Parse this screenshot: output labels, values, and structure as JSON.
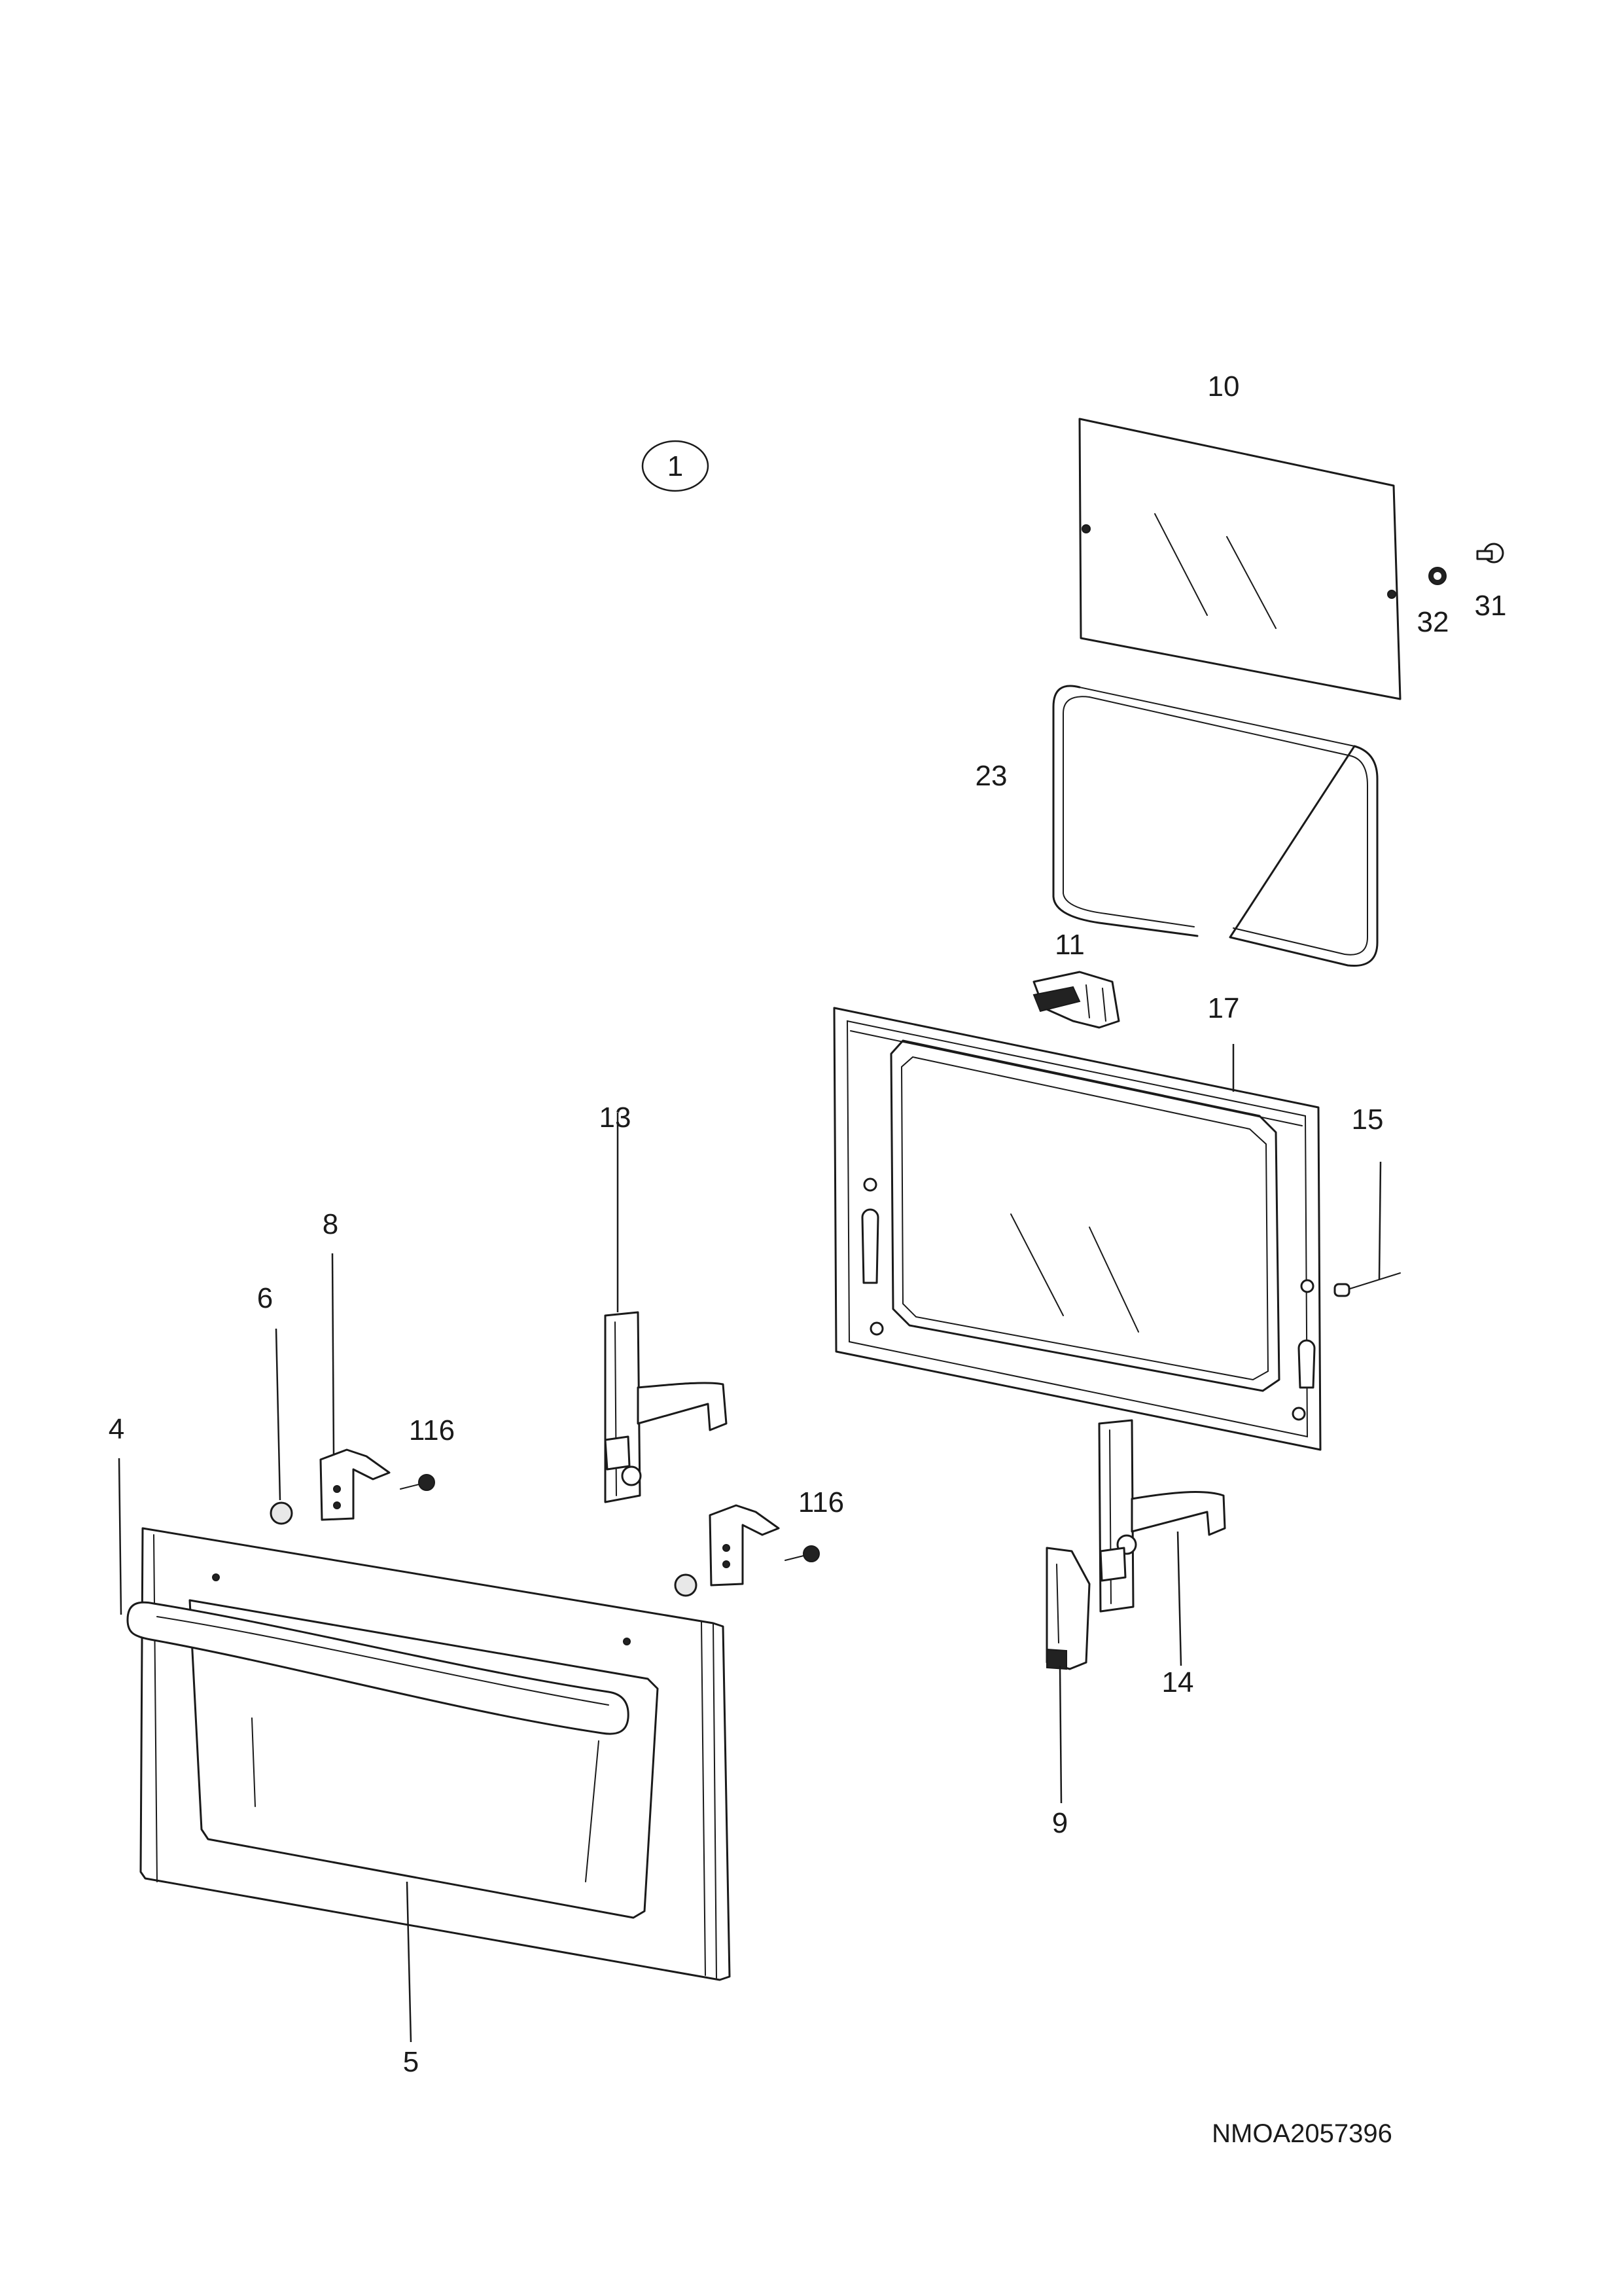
{
  "diagram": {
    "assembly_number": "1",
    "drawing_code": "NMOA2057396",
    "callouts": [
      {
        "id": "10",
        "text": "10"
      },
      {
        "id": "32",
        "text": "32"
      },
      {
        "id": "31",
        "text": "31"
      },
      {
        "id": "23",
        "text": "23"
      },
      {
        "id": "11",
        "text": "11"
      },
      {
        "id": "17",
        "text": "17"
      },
      {
        "id": "15",
        "text": "15"
      },
      {
        "id": "13",
        "text": "13"
      },
      {
        "id": "8",
        "text": "8"
      },
      {
        "id": "6",
        "text": "6"
      },
      {
        "id": "4",
        "text": "4"
      },
      {
        "id": "116a",
        "text": "116"
      },
      {
        "id": "116b",
        "text": "116"
      },
      {
        "id": "14",
        "text": "14"
      },
      {
        "id": "9",
        "text": "9"
      },
      {
        "id": "5",
        "text": "5"
      }
    ]
  }
}
